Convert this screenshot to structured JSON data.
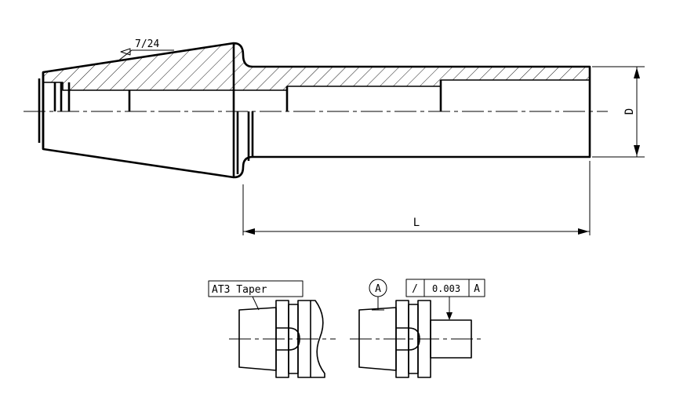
{
  "drawing": {
    "taper_ratio": "7/24",
    "dim_diameter": "D",
    "dim_length": "L",
    "taper_note": "AT3 Taper",
    "datum": "A",
    "tolerance_symbol": "/",
    "tolerance_value": "0.003",
    "tolerance_datum": "A"
  }
}
